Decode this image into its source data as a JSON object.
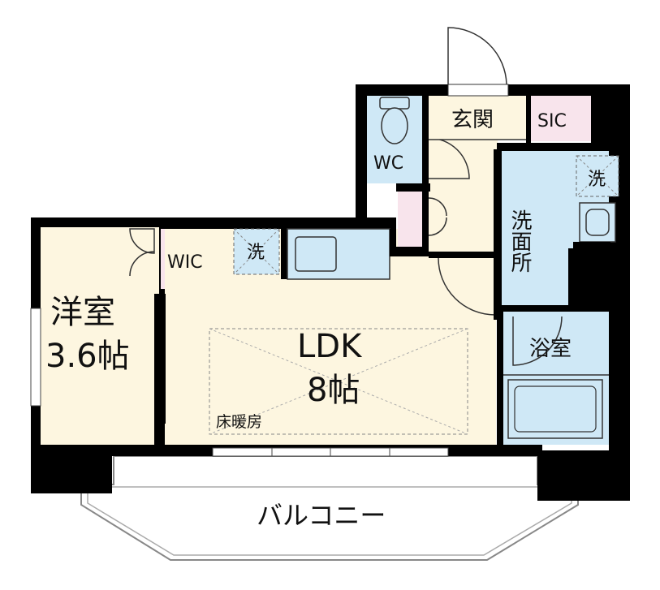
{
  "rooms": {
    "western_room": {
      "name": "洋室",
      "size": "3.6帖"
    },
    "ldk": {
      "name": "LDK",
      "size": "8帖"
    },
    "wic": {
      "name": "WIC"
    },
    "sic": {
      "name": "SIC"
    },
    "wc": {
      "name": "WC"
    },
    "entrance": {
      "name": "玄関"
    },
    "washroom": {
      "name": "洗面所"
    },
    "bathroom": {
      "name": "浴室"
    },
    "balcony": {
      "name": "バルコニー"
    },
    "washer_space_1": {
      "name": "洗"
    },
    "washer_space_2": {
      "name": "洗"
    },
    "floor_heating": {
      "name": "床暖房"
    }
  },
  "colors": {
    "wall": "#000000",
    "ldk_floor": "#fdf6e0",
    "western_floor": "#fdf6e0",
    "storage": "#f8e4ec",
    "wet_area": "#cfe8f6",
    "balcony": "#ffffff"
  }
}
